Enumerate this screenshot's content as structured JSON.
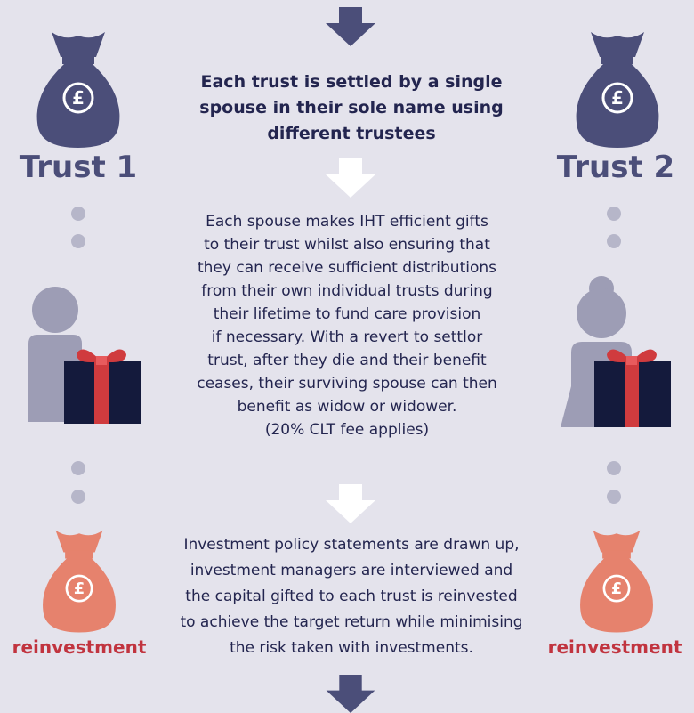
{
  "steps": [
    {
      "lines": [
        "Each trust is settled by a single",
        "spouse in their sole name using",
        "different trustees"
      ]
    },
    {
      "lines": [
        "Each spouse makes IHT efficient gifts",
        "to their trust whilst also ensuring that",
        "they can receive sufficient distributions",
        "from their own individual trusts during",
        "their lifetime to fund care provision",
        "if necessary. With a revert to settlor",
        "trust, after they die and their benefit",
        "ceases, their surviving spouse can then",
        "benefit as widow or widower.",
        "(20% CLT fee applies)"
      ]
    },
    {
      "lines": [
        "Investment policy statements are drawn up,",
        "investment managers are interviewed and",
        "the capital gifted to each trust is reinvested",
        "to achieve the target return while minimising",
        "the risk taken with investments."
      ]
    }
  ],
  "trusts": [
    {
      "label": "Trust 1",
      "icon": "money-bag-icon"
    },
    {
      "label": "Trust 2",
      "icon": "money-bag-icon"
    }
  ],
  "bag_symbol": "£",
  "reinvestment_label": "reinvestment",
  "colors": {
    "background": "#e4e3ec",
    "navy_bag": "#4b4e79",
    "coral_bag": "#e6826d",
    "text": "#23254f",
    "accent_red": "#c1343f",
    "person": "#9d9db5",
    "dots": "#b6b6c9"
  }
}
